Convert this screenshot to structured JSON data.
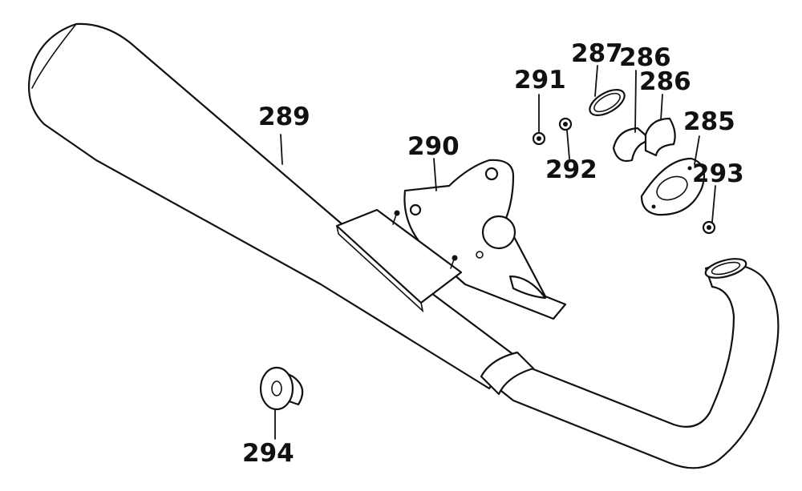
{
  "callouts": {
    "c285": "285",
    "c286a": "286",
    "c286b": "286",
    "c287": "287",
    "c289": "289",
    "c290": "290",
    "c291": "291",
    "c292": "292",
    "c293": "293",
    "c294": "294"
  },
  "colors": {
    "line": "#111111",
    "background": "#ffffff"
  }
}
